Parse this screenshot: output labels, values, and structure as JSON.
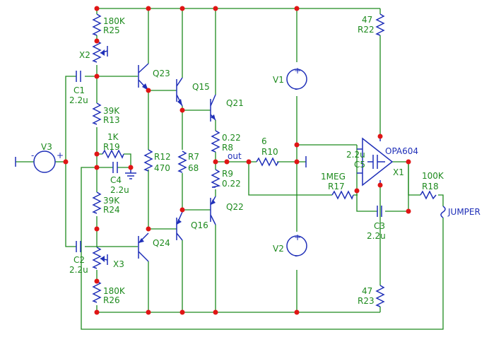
{
  "labels": {
    "r25": "180K",
    "r25_ref": "R25",
    "x2": "X2",
    "c1_ref": "C1",
    "c1": "2.2u",
    "r13": "39K",
    "r13_ref": "R13",
    "r19": "1K",
    "r19_ref": "R19",
    "v3": "V3",
    "c4_ref": "C4",
    "c4": "2.2u",
    "r24": "39K",
    "r24_ref": "R24",
    "c2_ref": "C2",
    "c2": "2.2u",
    "x3": "X3",
    "r26": "180K",
    "r26_ref": "R26",
    "q23": "Q23",
    "q15": "Q15",
    "q21": "Q21",
    "q22": "Q22",
    "q16": "Q16",
    "q24": "Q24",
    "r12_ref": "R12",
    "r12": "470",
    "r7_ref": "R7",
    "r7": "68",
    "r8": "0.22",
    "r8_ref": "R8",
    "r9_ref": "R9",
    "r9": "0.22",
    "out": "out",
    "r10": "6",
    "r10_ref": "R10",
    "v1": "V1",
    "v2": "V2",
    "r17": "1MEG",
    "r17_ref": "R17",
    "c5": "2.2u",
    "c5_ref": "C5",
    "opamp": "OPA604",
    "x1": "X1",
    "c3_ref": "C3",
    "c3": "2.2u",
    "r22": "47",
    "r22_ref": "R22",
    "r23": "47",
    "r23_ref": "R23",
    "r18": "100K",
    "r18_ref": "R18",
    "jumper": "JUMPER",
    "plus": "+",
    "minus": "-"
  },
  "colors": {
    "wire": "#1d8a1d",
    "component": "#1f2fb8",
    "node": "#e01515",
    "background": "#ffffff"
  }
}
